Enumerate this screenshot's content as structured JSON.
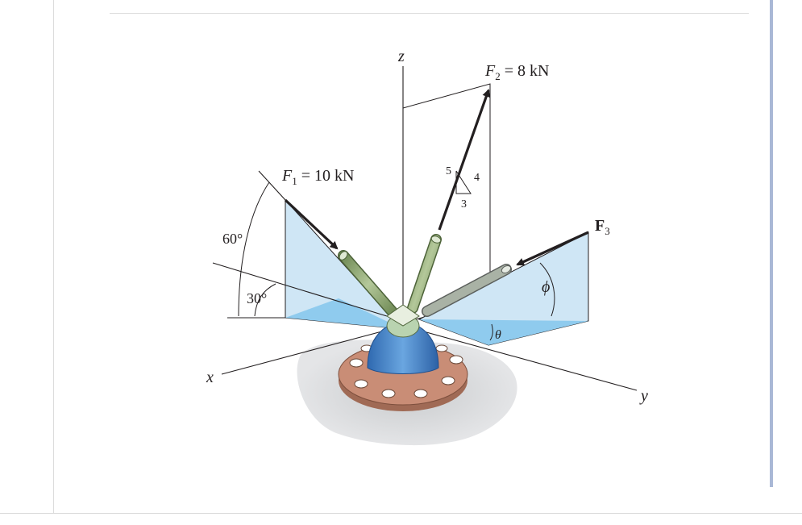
{
  "figure": {
    "axes": {
      "x": "x",
      "y": "y",
      "z": "z"
    },
    "forces": {
      "f1": {
        "symbol": "F",
        "subscript": "1",
        "value": " = 10 kN"
      },
      "f2": {
        "symbol": "F",
        "subscript": "2",
        "value": " = 8 kN"
      },
      "f3": {
        "symbol": "F",
        "subscript": "3"
      }
    },
    "slope": {
      "hyp": "5",
      "rise": "4",
      "run": "3"
    },
    "angles": {
      "a60": "60°",
      "a30": "30°",
      "phi": "ϕ",
      "theta": "θ"
    }
  },
  "colors": {
    "plane_fill": "#cfe6f5",
    "plane_dark": "#8fcbee",
    "member_green": "#97b07a",
    "base_blue": "#3f7fc4",
    "base_plate": "#c98d76",
    "ink": "#231f20"
  }
}
